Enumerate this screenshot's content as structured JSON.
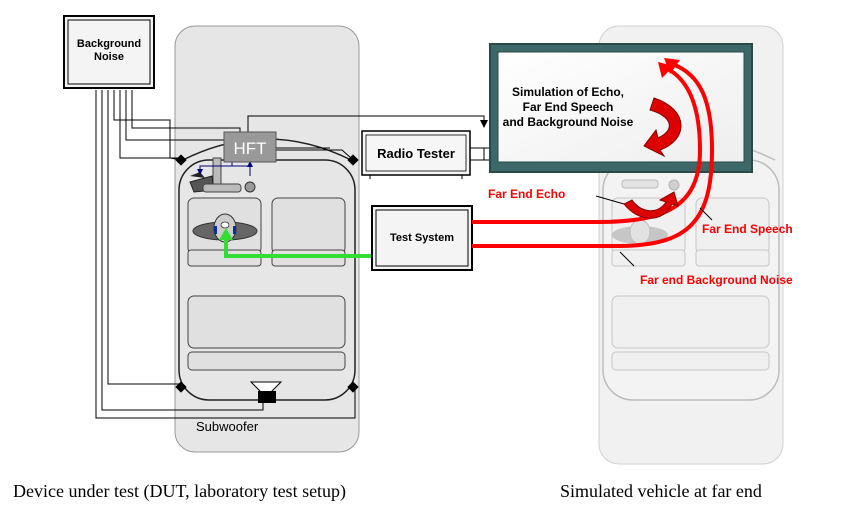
{
  "boxes": {
    "background_noise": [
      "Background",
      "Noise"
    ],
    "hft": "HFT",
    "radio_tester": "Radio Tester",
    "test_system": "Test System",
    "simulation": [
      "Simulation of Echo,",
      "Far End Speech",
      "and Background Noise"
    ]
  },
  "labels": {
    "subwoofer": "Subwoofer",
    "far_end_echo": "Far End Echo",
    "far_end_speech": "Far End Speech",
    "far_end_background_noise": "Far end Background Noise"
  },
  "captions": {
    "dut": "Device under test (DUT, laboratory test setup)",
    "far_end": "Simulated vehicle at far end"
  },
  "colors": {
    "red_signal": "#ff0000",
    "green_signal": "#33dd33",
    "dark_blue": "#000080",
    "gray_vehicle": "#e6e6e6"
  }
}
